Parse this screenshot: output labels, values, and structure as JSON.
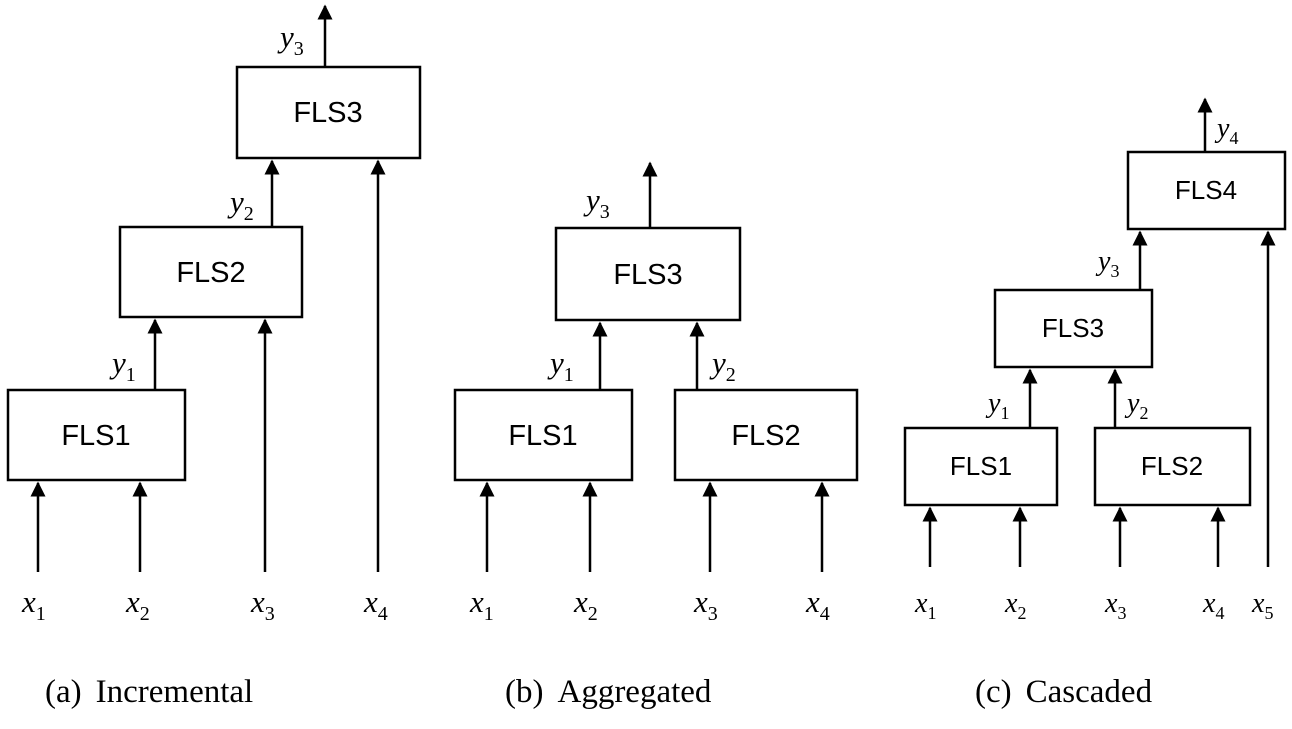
{
  "colors": {
    "line": "#000000",
    "background": "#ffffff"
  },
  "panels": [
    {
      "tag": "(a)",
      "title": "Incremental",
      "boxes": [
        "FLS1",
        "FLS2",
        "FLS3"
      ],
      "inputs": [
        {
          "base": "x",
          "sub": "1"
        },
        {
          "base": "x",
          "sub": "2"
        },
        {
          "base": "x",
          "sub": "3"
        },
        {
          "base": "x",
          "sub": "4"
        }
      ],
      "outputs": [
        {
          "base": "y",
          "sub": "1"
        },
        {
          "base": "y",
          "sub": "2"
        },
        {
          "base": "y",
          "sub": "3"
        }
      ]
    },
    {
      "tag": "(b)",
      "title": "Aggregated",
      "boxes": [
        "FLS1",
        "FLS2",
        "FLS3"
      ],
      "inputs": [
        {
          "base": "x",
          "sub": "1"
        },
        {
          "base": "x",
          "sub": "2"
        },
        {
          "base": "x",
          "sub": "3"
        },
        {
          "base": "x",
          "sub": "4"
        }
      ],
      "outputs": [
        {
          "base": "y",
          "sub": "1"
        },
        {
          "base": "y",
          "sub": "2"
        },
        {
          "base": "y",
          "sub": "3"
        }
      ]
    },
    {
      "tag": "(c)",
      "title": "Cascaded",
      "boxes": [
        "FLS1",
        "FLS2",
        "FLS3",
        "FLS4"
      ],
      "inputs": [
        {
          "base": "x",
          "sub": "1"
        },
        {
          "base": "x",
          "sub": "2"
        },
        {
          "base": "x",
          "sub": "3"
        },
        {
          "base": "x",
          "sub": "4"
        },
        {
          "base": "x",
          "sub": "5"
        }
      ],
      "outputs": [
        {
          "base": "y",
          "sub": "1"
        },
        {
          "base": "y",
          "sub": "2"
        },
        {
          "base": "y",
          "sub": "3"
        },
        {
          "base": "y",
          "sub": "4"
        }
      ]
    }
  ]
}
